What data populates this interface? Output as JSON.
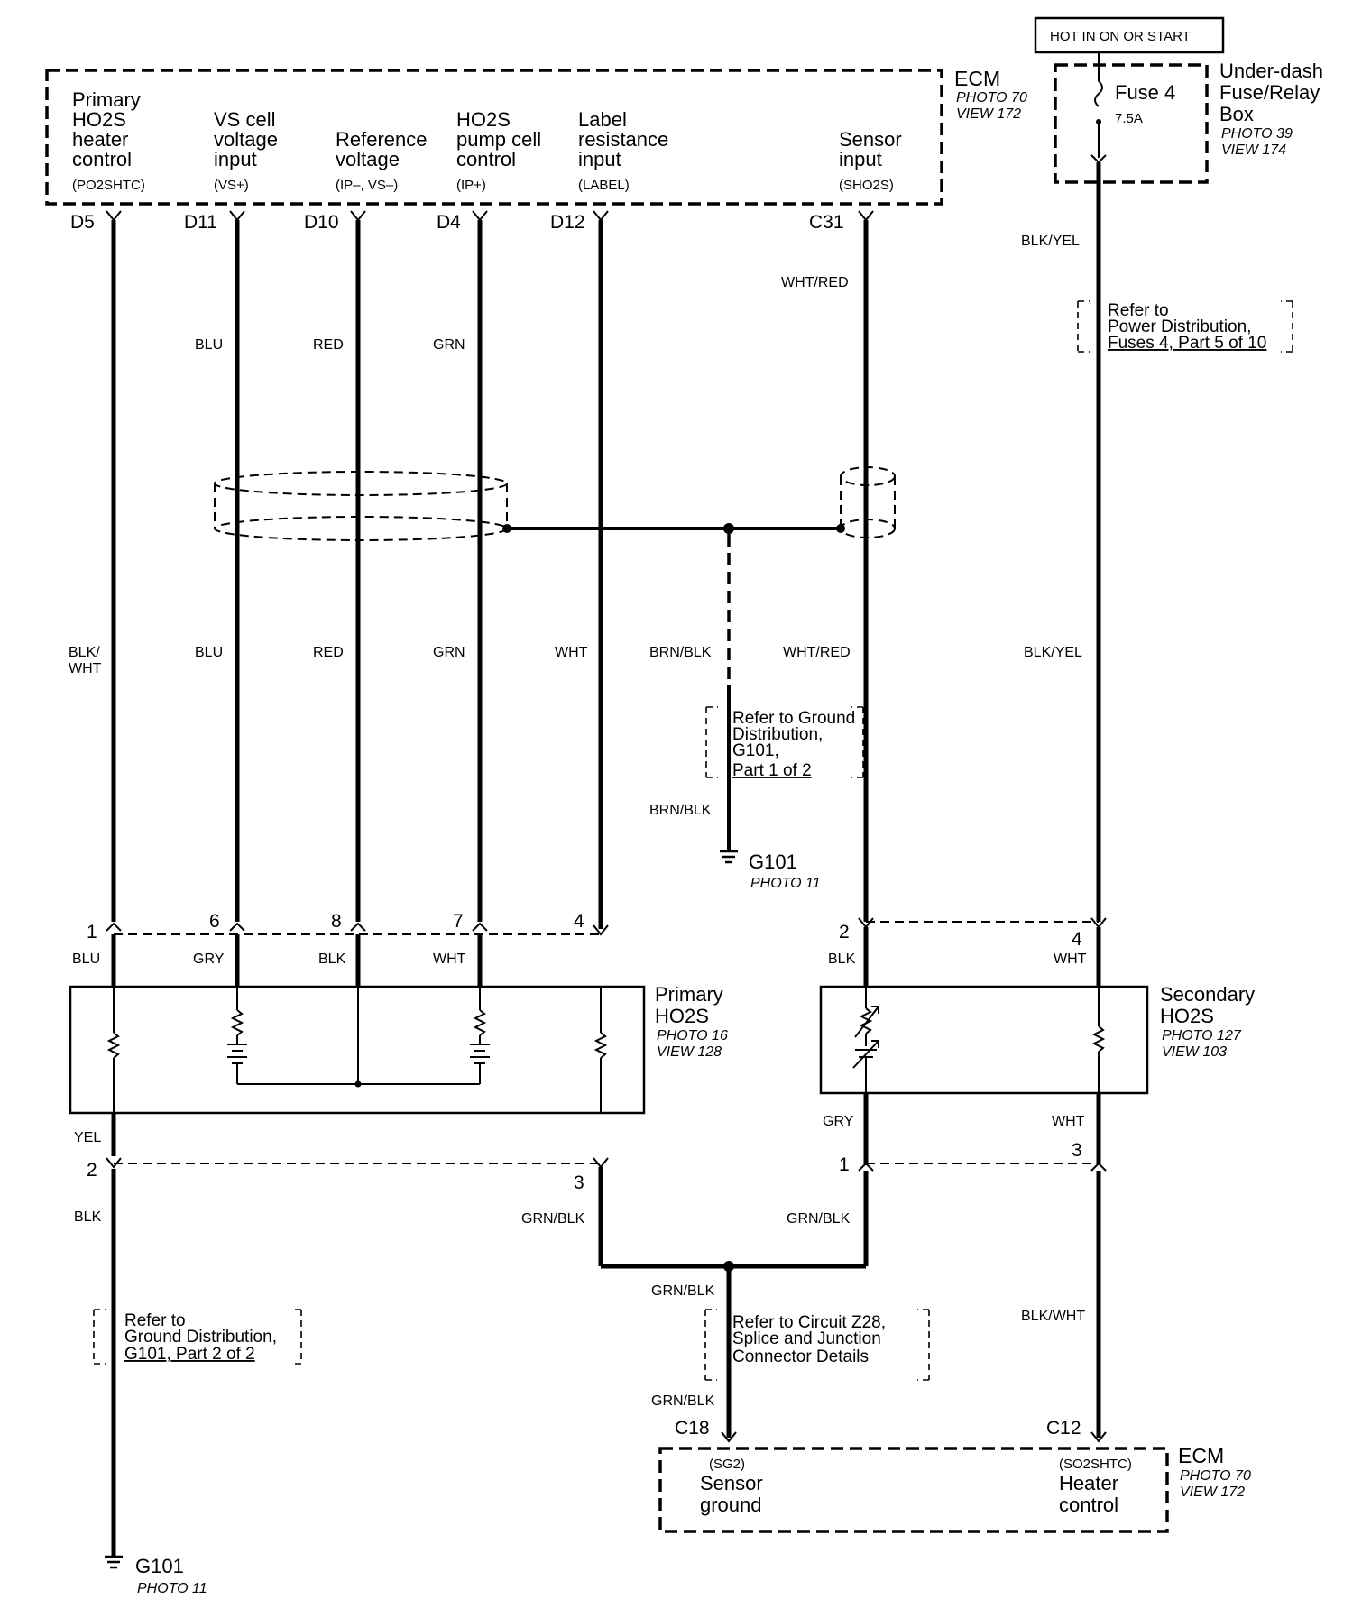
{
  "ecm_top": {
    "title": "ECM",
    "photo": "PHOTO 70",
    "view": "VIEW 172",
    "terminals": [
      {
        "pin": "D5",
        "name_lines": [
          "Primary",
          "HO2S",
          "heater",
          "control"
        ],
        "code": "(PO2SHTC)"
      },
      {
        "pin": "D11",
        "name_lines": [
          "VS cell",
          "voltage",
          "input"
        ],
        "code": "(VS+)"
      },
      {
        "pin": "D10",
        "name_lines": [
          "Reference",
          "voltage"
        ],
        "code": "(IP–, VS–)"
      },
      {
        "pin": "D4",
        "name_lines": [
          "HO2S",
          "pump cell",
          "control"
        ],
        "code": "(IP+)"
      },
      {
        "pin": "D12",
        "name_lines": [
          "Label",
          "resistance",
          "input"
        ],
        "code": "(LABEL)"
      },
      {
        "pin": "C31",
        "name_lines": [
          "Sensor",
          "input"
        ],
        "code": "(SHO2S)"
      }
    ]
  },
  "hot_in": "HOT IN ON OR START",
  "fuse": {
    "name": "Fuse 4",
    "rating": "7.5A"
  },
  "fuse_box": {
    "name_lines": [
      "Under-dash",
      "Fuse/Relay",
      "Box"
    ],
    "photo": "PHOTO 39",
    "view": "VIEW 174"
  },
  "wire_colors": {
    "blk_yel": "BLK/YEL",
    "blk_wht_split": [
      "BLK/",
      "WHT"
    ],
    "blu": "BLU",
    "red": "RED",
    "grn": "GRN",
    "wht": "WHT",
    "wht_red": "WHT/RED",
    "brn_blk": "BRN/BLK",
    "gry": "GRY",
    "blk": "BLK",
    "yel": "YEL",
    "grn_blk": "GRN/BLK",
    "blk_wht": "BLK/WHT"
  },
  "refs": {
    "power": [
      "Refer to",
      "Power Distribution,",
      "Fuses 4, Part 5 of 10"
    ],
    "ground1": [
      "Refer to Ground",
      "Distribution,",
      "G101,",
      "Part 1 of 2"
    ],
    "ground2": [
      "Refer to",
      "Ground Distribution,",
      "G101, Part 2 of 2"
    ],
    "circuit": [
      "Refer to Circuit  Z28,",
      "Splice and Junction",
      "Connector Details"
    ]
  },
  "grounds": [
    {
      "name": "G101",
      "photo": "PHOTO 11"
    },
    {
      "name": "G101",
      "photo": "PHOTO 11"
    }
  ],
  "primary_sensor": {
    "name_lines": [
      "Primary",
      "HO2S"
    ],
    "photo": "PHOTO 16",
    "view": "VIEW 128",
    "top_pins": [
      "1",
      "6",
      "8",
      "7",
      "4"
    ],
    "bottom_pins": [
      "2",
      "3"
    ]
  },
  "secondary_sensor": {
    "name_lines": [
      "Secondary",
      "HO2S"
    ],
    "photo": "PHOTO 127",
    "view": "VIEW 103",
    "top_pins": [
      "2",
      "4"
    ],
    "bottom_pins": [
      "1",
      "3"
    ]
  },
  "ecm_bottom": {
    "title": "ECM",
    "photo": "PHOTO 70",
    "view": "VIEW 172",
    "left": {
      "pin": "C18",
      "code": "(SG2)",
      "name_lines": [
        "Sensor",
        "ground"
      ]
    },
    "right": {
      "pin": "C12",
      "code": "(SO2SHTC)",
      "name_lines": [
        "Heater",
        "control"
      ]
    }
  }
}
